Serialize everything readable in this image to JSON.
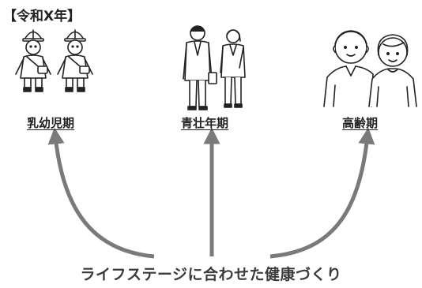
{
  "era_label": "【令和X年】",
  "stages": [
    {
      "label": "乳幼児期",
      "icon": "children-icon"
    },
    {
      "label": "青壮年期",
      "icon": "adults-icon"
    },
    {
      "label": "高齢期",
      "icon": "elderly-icon"
    }
  ],
  "caption": "ライフステージに合わせた健康づくり",
  "colors": {
    "arrow": "#7a7a7a",
    "line": "#222222"
  }
}
